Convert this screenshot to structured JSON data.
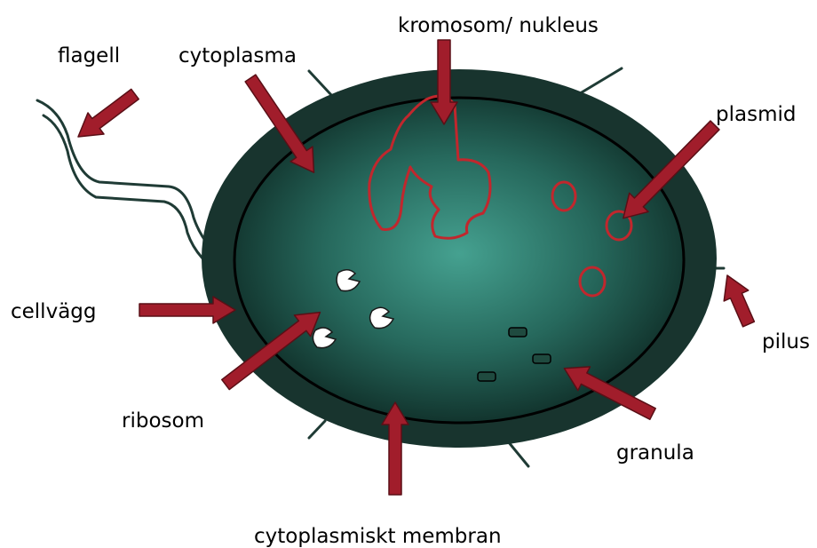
{
  "labels": {
    "flagell": "flagell",
    "cytoplasma": "cytoplasma",
    "kromosom": "kromosom/ nukleus",
    "plasmid": "plasmid",
    "cellvagg": "cellvägg",
    "pilus": "pilus",
    "ribosom": "ribosom",
    "granula": "granula",
    "membran": "cytoplasmiskt membran"
  },
  "colors": {
    "cell_wall": "#18342e",
    "cytoplasm_center": "#3f9b8a",
    "cytoplasm_edge": "#0f2a25",
    "membrane": "#000000",
    "chromosome": "#c1272d",
    "arrow_fill": "#a11d2b",
    "arrow_stroke": "#5a0f16",
    "ribosome": "#ffffff",
    "granule": "#1f4a3f"
  }
}
